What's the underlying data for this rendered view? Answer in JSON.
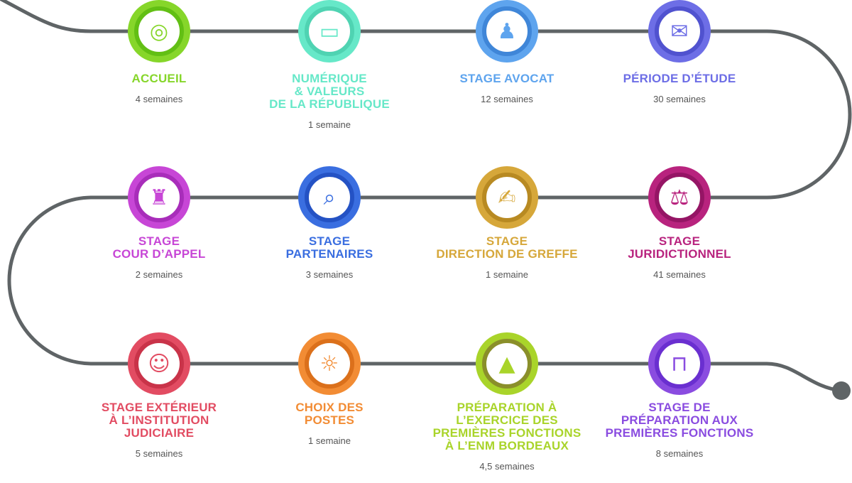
{
  "stages": [
    {
      "title": "ACCUEIL",
      "duration": "4 semaines",
      "color": "#86d62a",
      "dark": "#62bf14",
      "icon": "target-icon",
      "glyph": "◎"
    },
    {
      "title": "NUMÉRIQUE\n& VALEURS\nDE LA RÉPUBLIQUE",
      "duration": "1 semaine",
      "color": "#66e8c8",
      "dark": "#4fd3b2",
      "icon": "monitor-icon",
      "glyph": "▭"
    },
    {
      "title": "STAGE AVOCAT",
      "duration": "12 semaines",
      "color": "#5ea4ee",
      "dark": "#3f86d8",
      "icon": "lawyer-robe-icon",
      "glyph": "♟"
    },
    {
      "title": "PÉRIODE D’ÉTUDE",
      "duration": "30 semaines",
      "color": "#6d6ee6",
      "dark": "#5052cf",
      "icon": "diploma-scroll-icon",
      "glyph": "✉"
    },
    {
      "title": "STAGE\nCOUR D’APPEL",
      "duration": "2 semaines",
      "color": "#c746d6",
      "dark": "#a82dba",
      "icon": "column-icon",
      "glyph": "♜"
    },
    {
      "title": "STAGE\nPARTENAIRES",
      "duration": "3 semaines",
      "color": "#3a6ee0",
      "dark": "#2452c4",
      "icon": "magnifier-fingerprint-icon",
      "glyph": "⌕"
    },
    {
      "title": "STAGE\nDIRECTION DE GREFFE",
      "duration": "1 semaine",
      "color": "#d6a73a",
      "dark": "#b88a22",
      "icon": "reader-book-icon",
      "glyph": "✍"
    },
    {
      "title": "STAGE\nJURIDICTIONNEL",
      "duration": "41 semaines",
      "color": "#b8237e",
      "dark": "#951565",
      "icon": "scales-icon",
      "glyph": "⚖"
    },
    {
      "title": "STAGE EXTÉRIEUR\nÀ L’INSTITUTION\nJUDICIAIRE",
      "duration": "5 semaines",
      "color": "#e24c62",
      "dark": "#c93349",
      "icon": "people-group-icon",
      "glyph": "☺"
    },
    {
      "title": "CHOIX DES\nPOSTES",
      "duration": "1 semaine",
      "color": "#f28c34",
      "dark": "#db701b",
      "icon": "lightbulb-icon",
      "glyph": "☼"
    },
    {
      "title": "PRÉPARATION À\nL’EXERCICE DES\nPREMIÈRES FONCTIONS\nÀ L’ENM BORDEAUX",
      "duration": "4,5 semaines",
      "color": "#a9d42a",
      "dark": "#8a8f2a",
      "icon": "graduation-cap-icon",
      "glyph": "▲"
    },
    {
      "title": "STAGE DE\nPRÉPARATION AUX\nPREMIÈRES FONCTIONS",
      "duration": "8 semaines",
      "color": "#8a4ce0",
      "dark": "#6a2fd0",
      "icon": "desk-icon",
      "glyph": "⊓"
    }
  ]
}
